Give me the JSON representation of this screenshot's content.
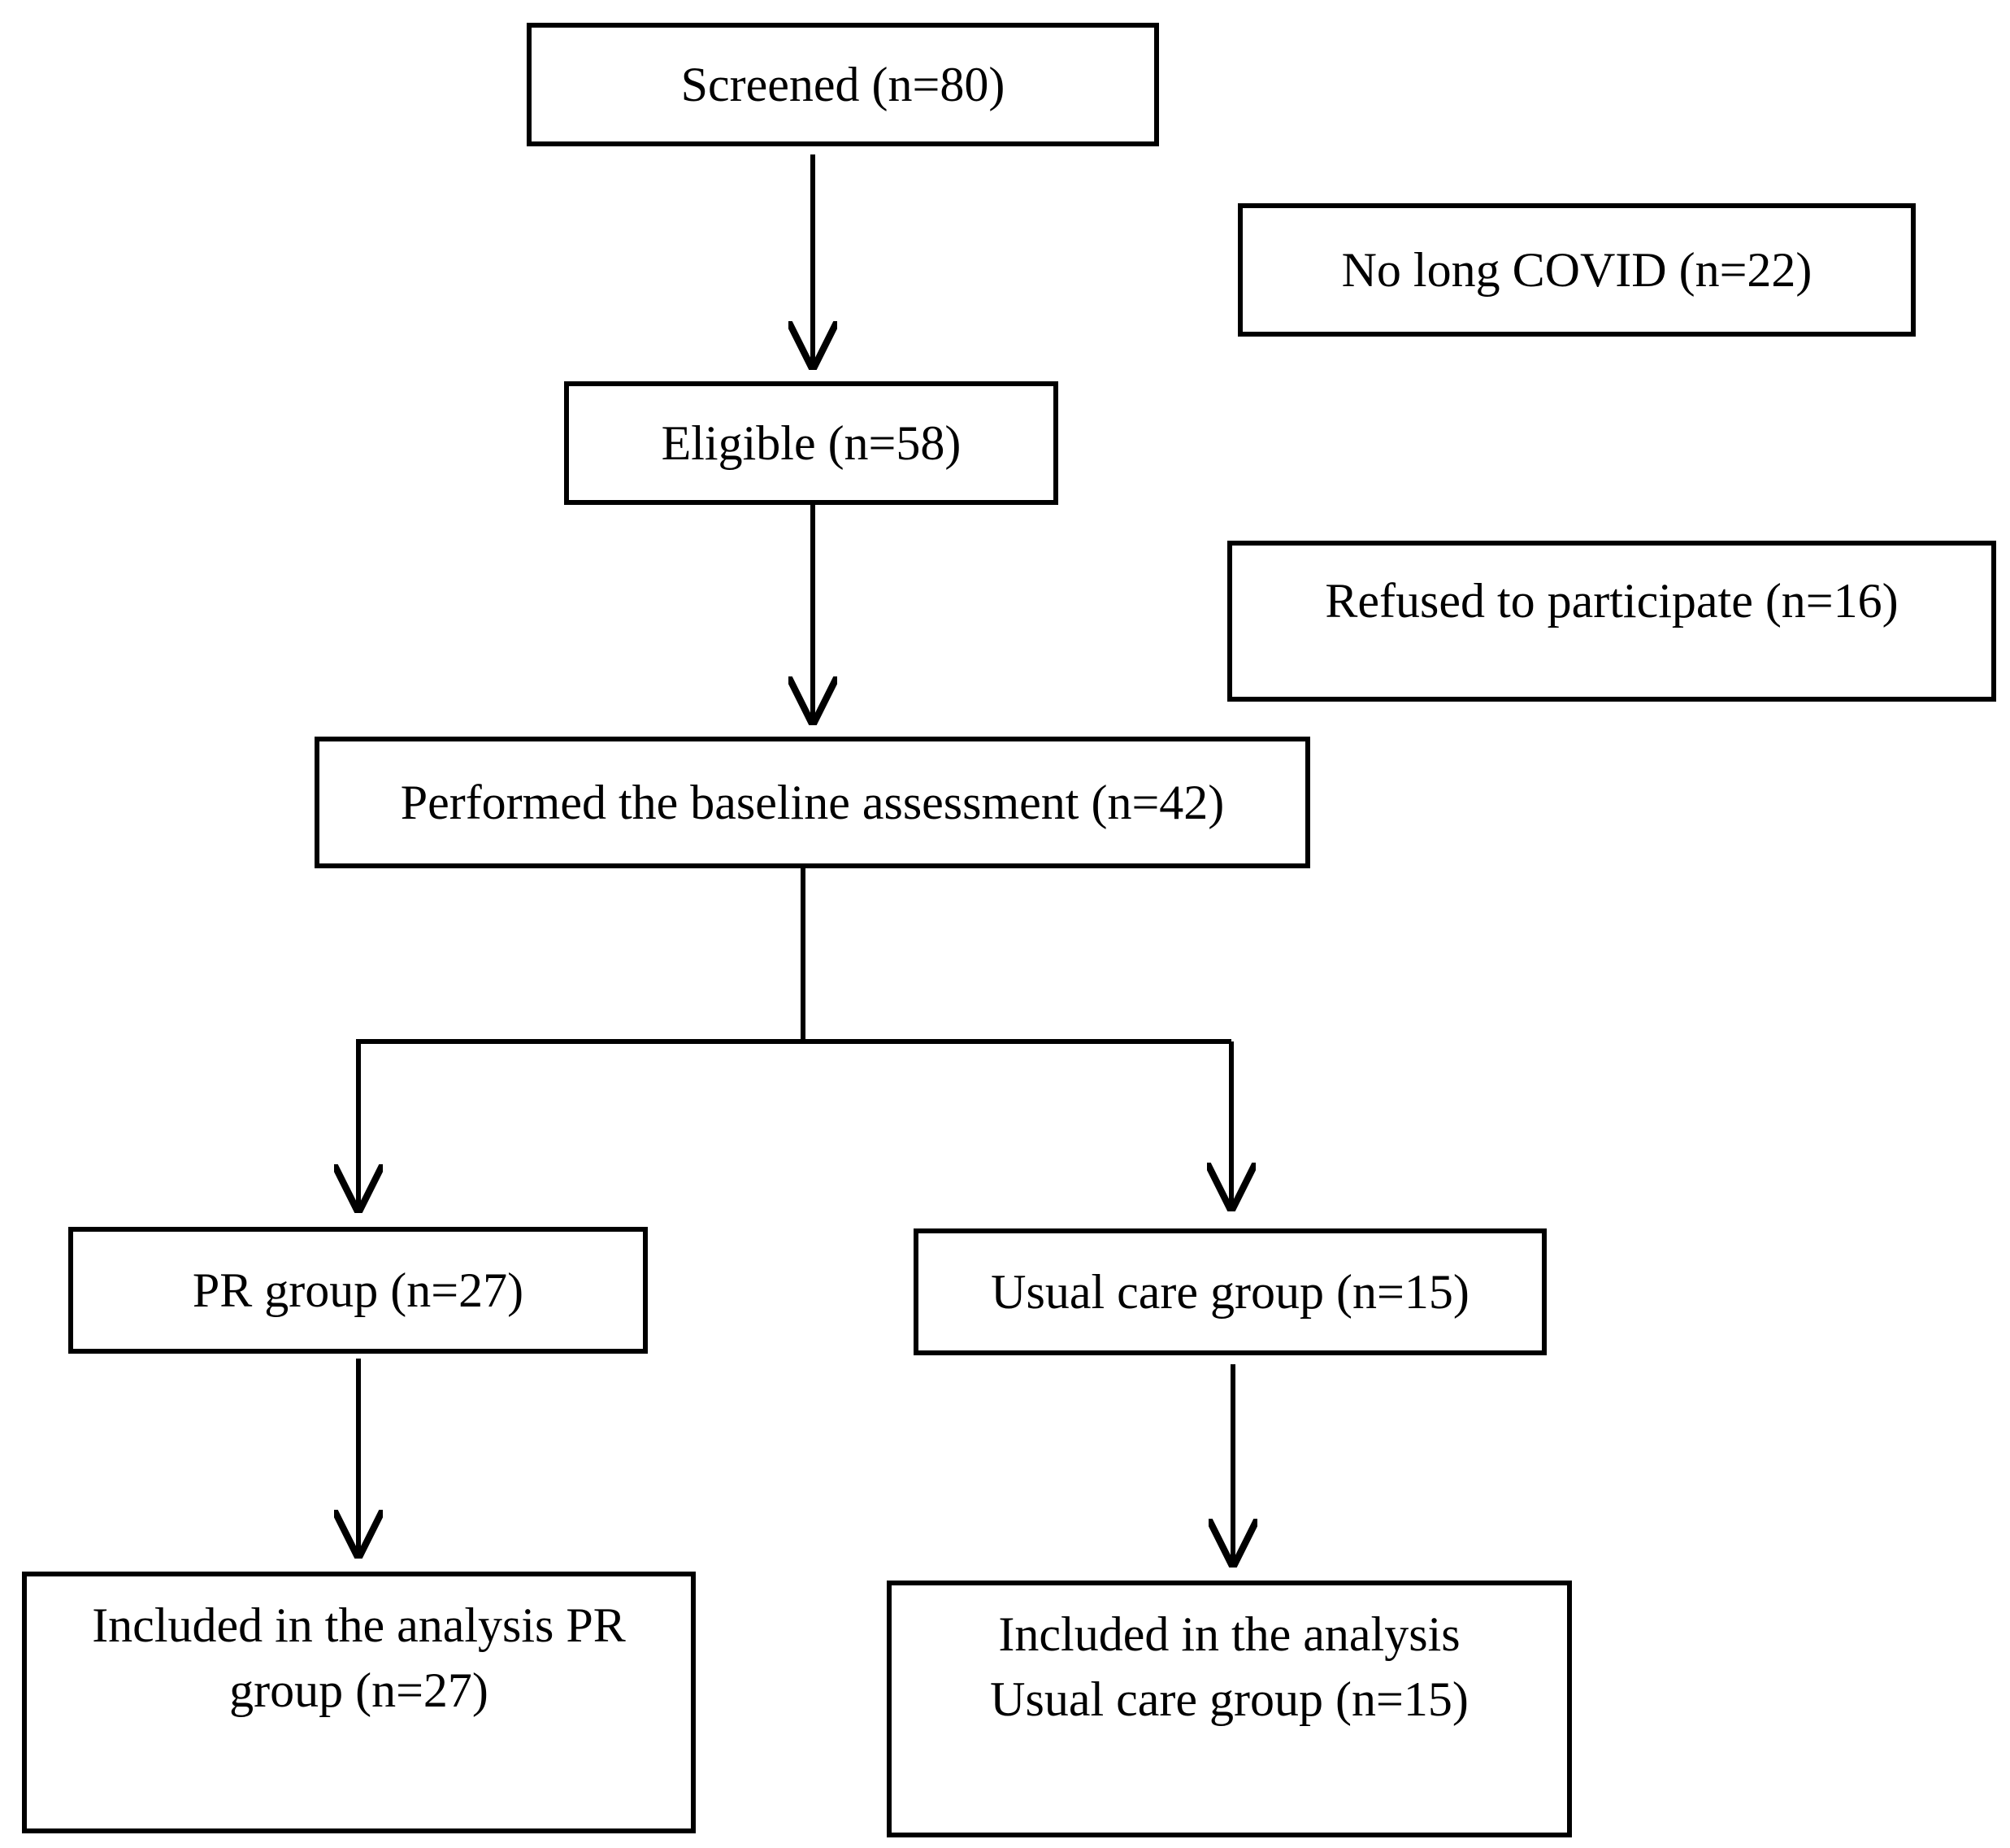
{
  "flowchart": {
    "screened": "Screened (n=80)",
    "no_long_covid": "No long COVID (n=22)",
    "eligible": "Eligible (n=58)",
    "refused": "Refused to participate (n=16)",
    "baseline": "Performed the baseline assessment (n=42)",
    "pr_group": "PR group (n=27)",
    "usual_care_group": "Usual care group (n=15)",
    "pr_analysis": {
      "line1": "Included in the analysis PR",
      "line2": "group (n=27)"
    },
    "usual_care_analysis": {
      "line1": "Included in the analysis",
      "line2": "Usual care group (n=15)"
    }
  },
  "colors": {
    "stroke": "#000000",
    "background": "#ffffff"
  }
}
